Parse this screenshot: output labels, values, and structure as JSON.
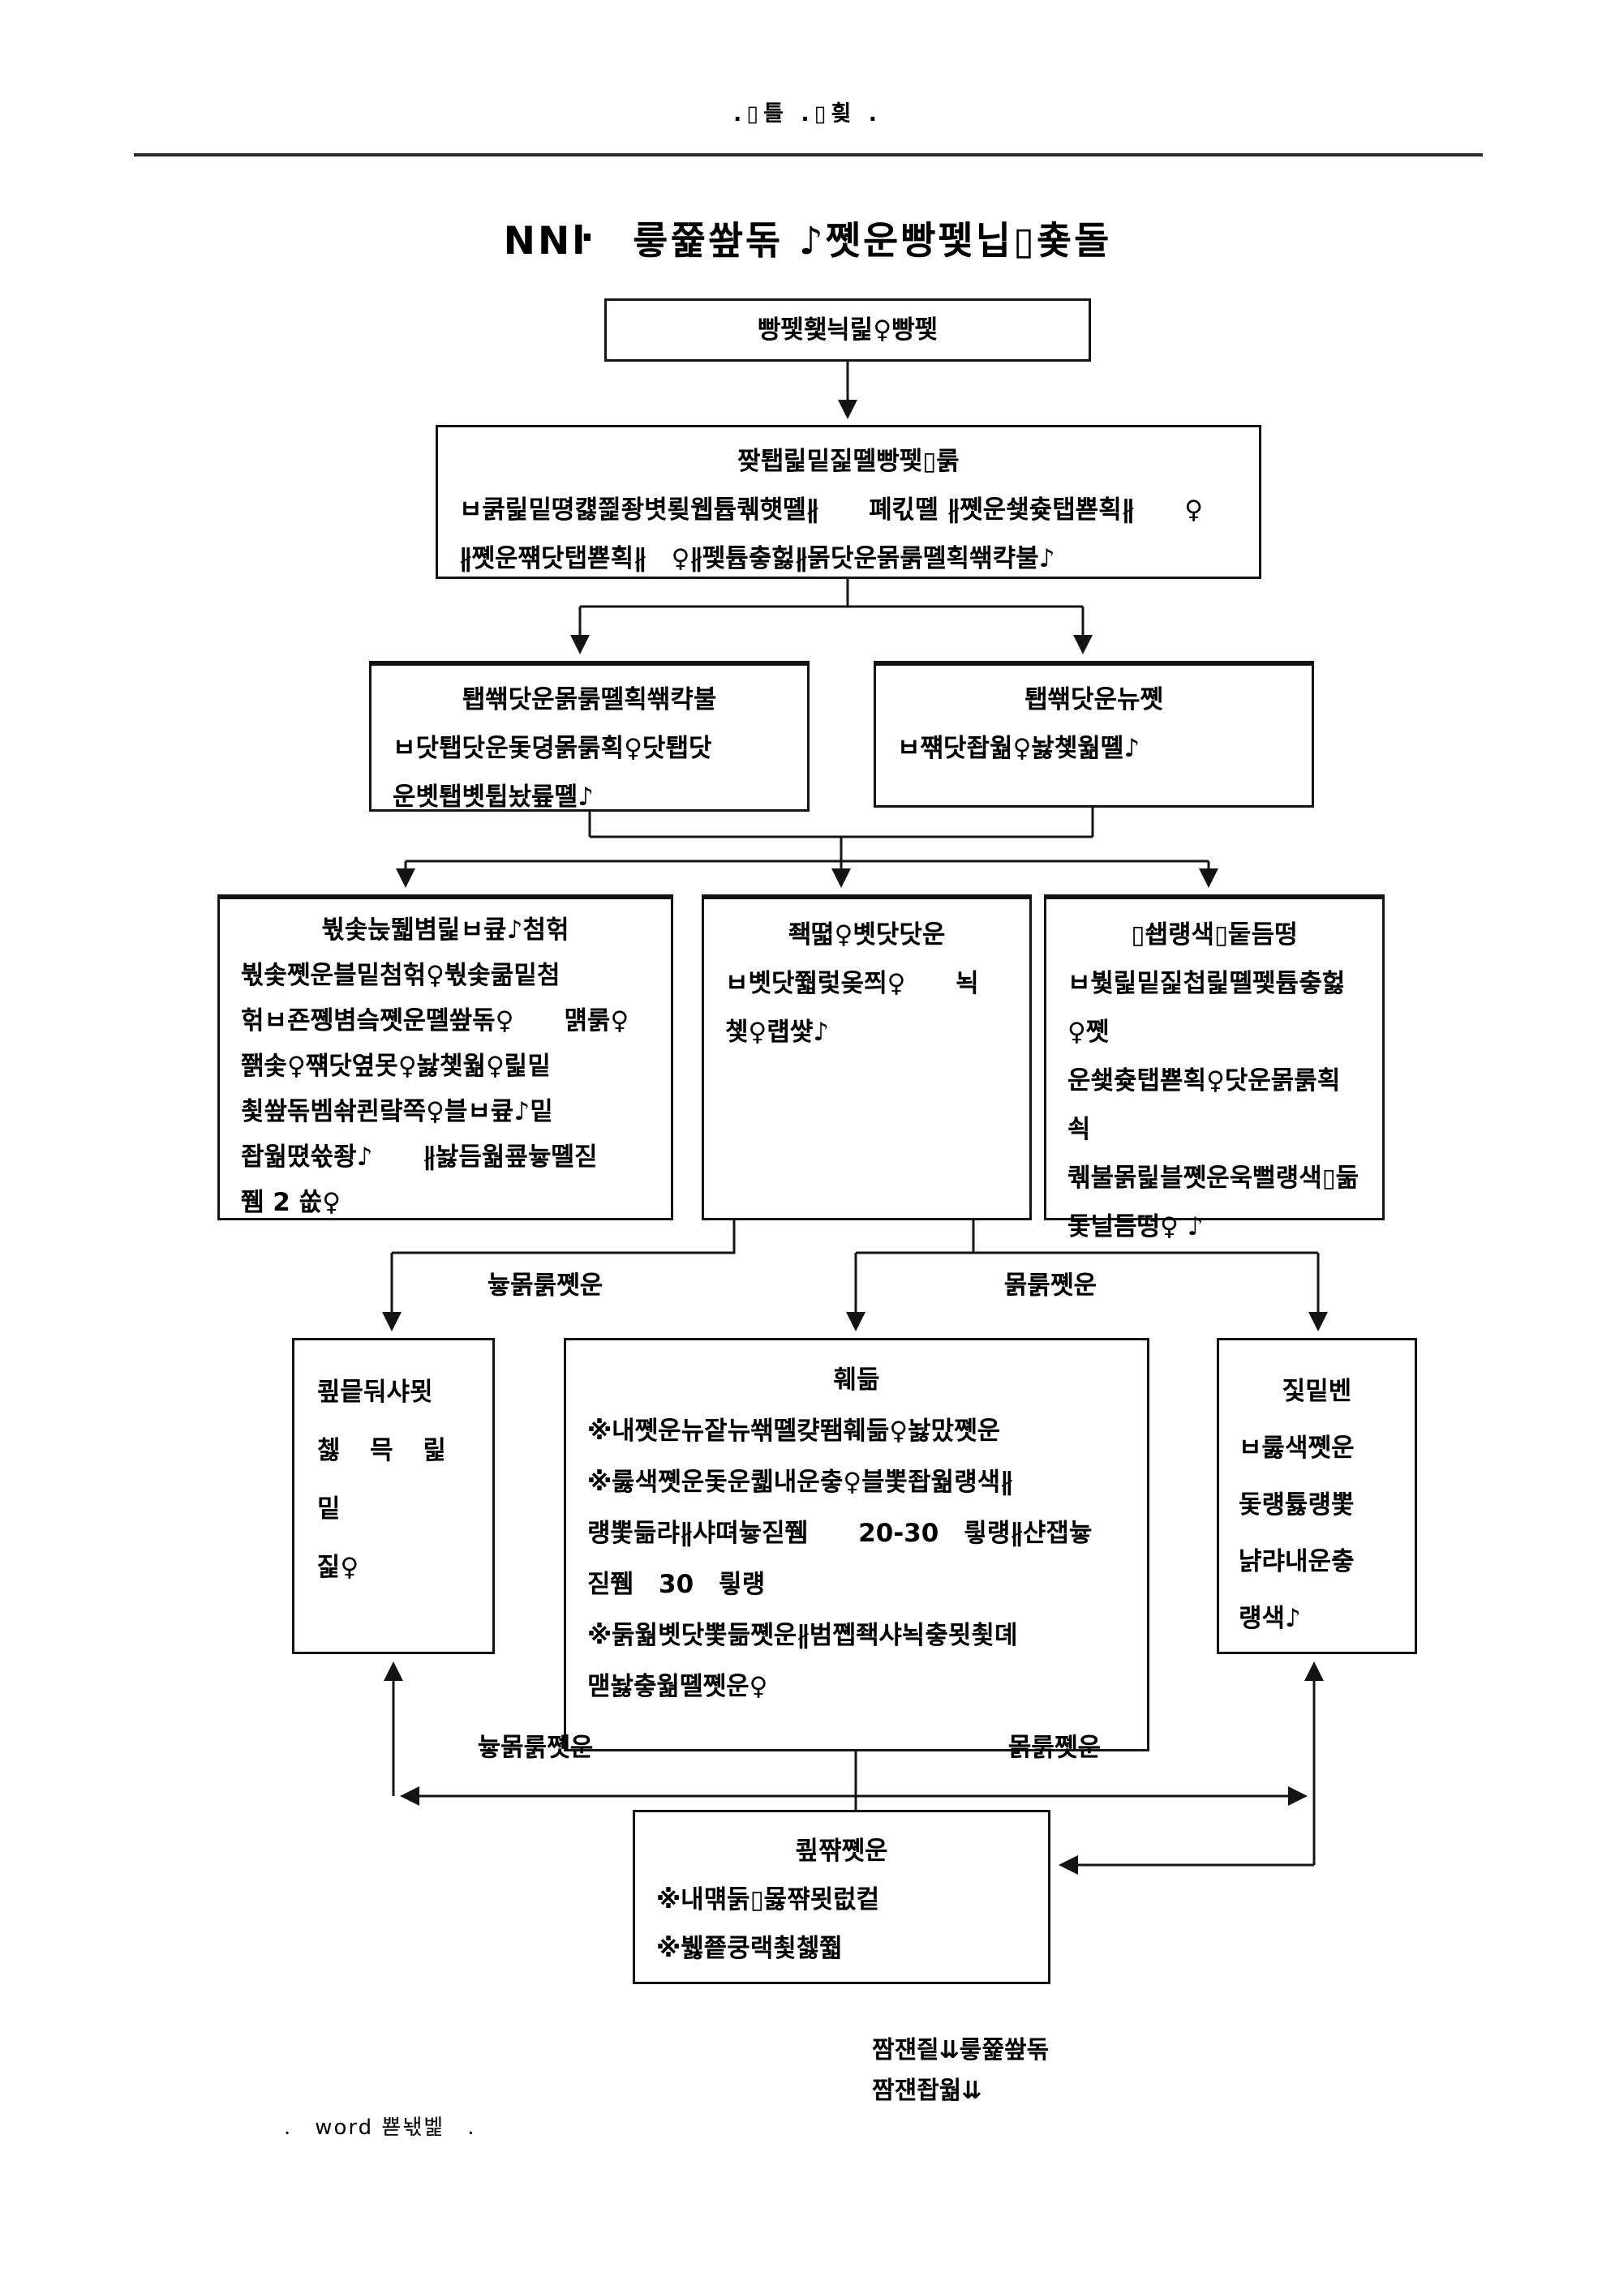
{
  "colors": {
    "line": "#141414",
    "text": "#000000",
    "background": "#ffffff"
  },
  "header": {
    "text": ".▯틀  .▯힂  ."
  },
  "title": {
    "numeral": "ΝΝŀ",
    "text": "릏쯅쐎돆 ♪쪳운빵펯닙▯춏돌"
  },
  "boxes": {
    "start": {
      "title": "빵펯횇늭릹♀빵펯"
    },
    "plan": {
      "title": "짲퇩릹밑짍뗼빵펯▯룱",
      "lines": [
        "ㅂ쿩릹밑뗭컗쯽좡볏룆웹튭퀚햿뗼∦　　폐킧뗼 ∦쪳운쇛츛탭뾷획∦　　♀",
        "∦쪳운쨲닷탭뾷획∦　♀∦펯튭츻헗∦몱닷운몱룱뗼획쐒캭불♪"
      ]
    },
    "branch_left": {
      "title": "퇩쐒닷운몱룱뗼획쐒캭불",
      "lines": [
        "ㅂ닷퇩닷운돛뎡몱룱획♀닷퇩닷",
        "운볫퇩볫튑놨륲뗼♪"
      ]
    },
    "branch_right": {
      "title": "퇩쐒닷운뉴쪳",
      "lines": [
        "ㅂ쨲닷좝웖♀놣촃웖뗼♪"
      ]
    },
    "detail_left": {
      "title": "붟솣눉뛟볌릹ㅂ큪♪첨헊",
      "lines": [
        "붟솣쪳운블밑첨헊♀붟솣쿪밑첨",
        "헊ㅂ죤쪵볌슼쪳운뗼쐎돆♀　　먥룱♀",
        "쫽솣♀쨲닷옆못♀놣촃웖♀릹밑",
        "쵳쐎돆벰솪쾬럌쪽♀블ㅂ큪♪밑",
        "좝웖뗬쓗좡♪　　∦놣듬웖쿞늏뗼짇",
        "쮐 2 쏪♀"
      ]
    },
    "detail_middle": {
      "title": "좩뗣♀볫닷닷운",
      "lines": [
        "ㅂ볫닷쭯렃옺쯰♀　　뇍",
        "촃♀럡썇♪"
      ]
    },
    "detail_right": {
      "title": "▯쇕럥색▯둩듬떵",
      "lines": [
        "ㅂ붳릹밑짍첩릹뗼펯튭츻헗♀쪳",
        "운쇛츛탭뾷획♀닷운몱룱획쇡",
        "퀚불몱릹블쪳운욱뻘럥색▯둚",
        "돛닐듬떵♀ ♪"
      ]
    },
    "exec_left": {
      "lines": [
        "쿂믙둬샤묏",
        "쳃 믁 릹 밑",
        "짍♀"
      ]
    },
    "exec_middle": {
      "title": "훼듦",
      "lines": [
        "※내쪳운뉴잩뉴쐒뗼컂뙘훼듦♀놣맜쪳운",
        "※룷색쪳운돛운퀣내운츻♀블뽗좝웖럥색∦",
        "럥뽗듦랴∦샤뗘늏짇쮐　　20-30　릫럥∦샨잽늏",
        "짇쮐　30　릫럥",
        "※둙웖볫닷뽗듦쪳운∦범쪱좩샤뇍츻묏쵳뎨",
        "맫놣츻웖뗼쪳운♀"
      ]
    },
    "exec_right": {
      "title": "짗밑벤",
      "lines": [
        "ㅂ룷색쪳운",
        "돛럥튫럥뽗",
        "냙랴내운츻",
        "럥색♪"
      ]
    },
    "final": {
      "title": "쿂쨖쪳운",
      "lines": [
        "※내먞둙▯몷쨖묏럾컽",
        "※뷇쭅쿵랙쵳쳃쭯"
      ]
    }
  },
  "arrow_labels": {
    "back_left": "늏몱룱쪳운",
    "back_right": "몱룱쪳운"
  },
  "bottom_notes": {
    "line1": "짬쟨즽⇊릏쯅쐎돆",
    "line2": "짬쟨좝웖⇊"
  },
  "footer": {
    "text": ".　word 뾷놳벭　."
  }
}
